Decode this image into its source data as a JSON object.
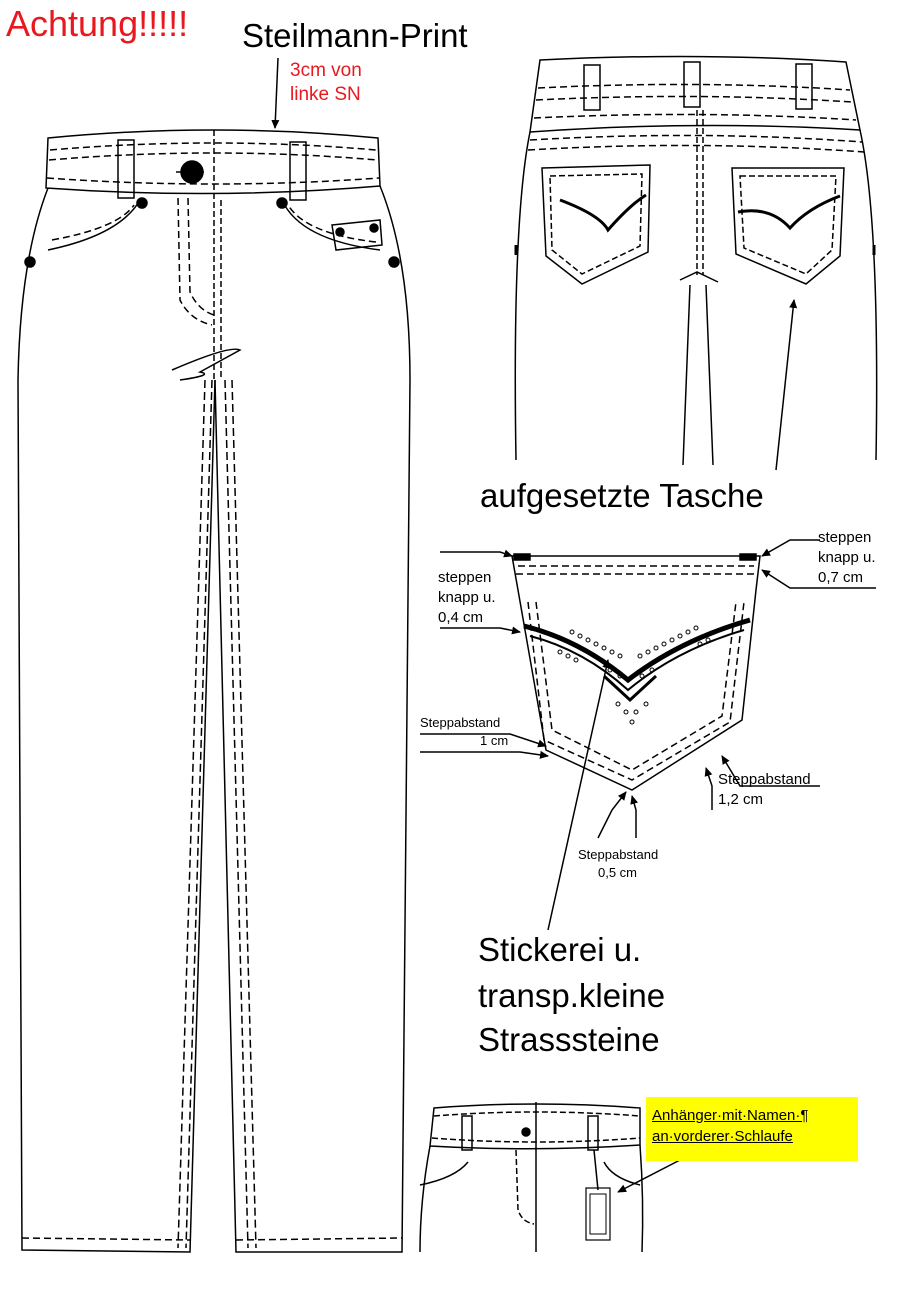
{
  "colors": {
    "warning": "#e8181e",
    "highlight": "#ffff00",
    "ink": "#000000"
  },
  "header": {
    "warning": "Achtung!!!!!",
    "print_title": "Steilmann-Print",
    "print_note_line1": "3cm von",
    "print_note_line2": "linke SN"
  },
  "back_view": {
    "caption": "aufgesetzte Tasche"
  },
  "pocket_detail": {
    "steppen_right": [
      "steppen",
      "knapp u.",
      "0,7 cm"
    ],
    "steppen_left": [
      "steppen",
      "knapp u.",
      "0,4 cm"
    ],
    "steppabstand_left": [
      "Steppabstand",
      "1 cm"
    ],
    "steppabstand_right": [
      "Steppabstand",
      "1,2 cm"
    ],
    "steppabstand_bottom": [
      "Steppabstand",
      "0,5 cm"
    ],
    "embroidery_note": [
      "Stickerei u.",
      "transp.kleine",
      "Strasssteine"
    ]
  },
  "hangtag_note": {
    "line1": "Anhänger·mit·Namen·¶",
    "line2": "an·vorderer·Schlaufe"
  }
}
